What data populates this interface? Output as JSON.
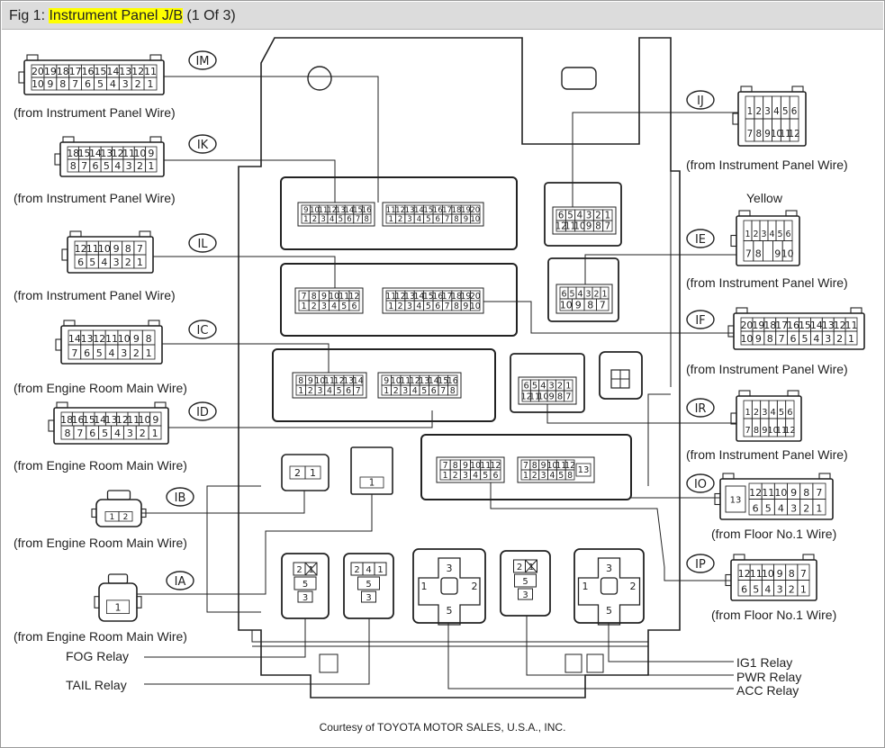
{
  "title": {
    "prefix": "Fig 1: ",
    "highlight": "Instrument Panel J/B",
    "suffix": " (1 Of 3)"
  },
  "connectors": {
    "IM": {
      "id": "IM",
      "desc": "(from Instrument Panel Wire)",
      "top": [
        "20",
        "19",
        "18",
        "17",
        "16",
        "15",
        "14",
        "13",
        "12",
        "11"
      ],
      "bottom": [
        "10",
        "9",
        "8",
        "7",
        "6",
        "5",
        "4",
        "3",
        "2",
        "1"
      ]
    },
    "IK": {
      "id": "IK",
      "desc": "(from Instrument Panel Wire)",
      "top": [
        "18",
        "15",
        "14",
        "13",
        "12",
        "11",
        "10",
        "9"
      ],
      "bottom": [
        "8",
        "7",
        "6",
        "5",
        "4",
        "3",
        "2",
        "1"
      ]
    },
    "IL": {
      "id": "IL",
      "desc": "(from Instrument Panel Wire)",
      "top": [
        "12",
        "11",
        "10",
        "9",
        "8",
        "7"
      ],
      "bottom": [
        "6",
        "5",
        "4",
        "3",
        "2",
        "1"
      ]
    },
    "IC": {
      "id": "IC",
      "desc": "(from Engine Room Main Wire)",
      "top": [
        "14",
        "13",
        "12",
        "11",
        "10",
        "9",
        "8"
      ],
      "bottom": [
        "7",
        "6",
        "5",
        "4",
        "3",
        "2",
        "1"
      ]
    },
    "ID": {
      "id": "ID",
      "desc": "(from Engine Room Main Wire)",
      "top": [
        "18",
        "16",
        "15",
        "14",
        "13",
        "12",
        "11",
        "10",
        "9"
      ],
      "bottom": [
        "8",
        "7",
        "6",
        "5",
        "4",
        "3",
        "2",
        "1"
      ]
    },
    "IB": {
      "id": "IB",
      "desc": "(from Engine Room Main Wire)",
      "top": [
        "1",
        "2"
      ]
    },
    "IA": {
      "id": "IA",
      "desc": "(from Engine Room Main Wire)",
      "top": [
        "1"
      ]
    },
    "IJ": {
      "id": "IJ",
      "desc": "(from Instrument Panel Wire)",
      "top": [
        "1",
        "2",
        "3",
        "4",
        "5",
        "6"
      ],
      "bottom": [
        "7",
        "8",
        "9",
        "10",
        "11",
        "12"
      ]
    },
    "IE": {
      "id": "IE",
      "desc": "(from Instrument Panel Wire)",
      "color": "Yellow",
      "top": [
        "1",
        "2",
        "3",
        "4",
        "5",
        "6"
      ],
      "bottom": [
        "7",
        "8",
        "",
        "9",
        "10"
      ]
    },
    "IF": {
      "id": "IF",
      "desc": "(from Instrument Panel Wire)",
      "top": [
        "20",
        "19",
        "18",
        "17",
        "16",
        "15",
        "14",
        "13",
        "12",
        "11"
      ],
      "bottom": [
        "10",
        "9",
        "8",
        "7",
        "6",
        "5",
        "4",
        "3",
        "2",
        "1"
      ]
    },
    "IR": {
      "id": "IR",
      "desc": "(from Instrument Panel Wire)",
      "top": [
        "1",
        "2",
        "3",
        "4",
        "5",
        "6"
      ],
      "bottom": [
        "7",
        "8",
        "9",
        "10",
        "11",
        "12"
      ]
    },
    "IO": {
      "id": "IO",
      "desc": "(from Floor No.1 Wire)",
      "side": "13",
      "top": [
        "12",
        "11",
        "10",
        "9",
        "8",
        "7"
      ],
      "bottom": [
        "6",
        "5",
        "4",
        "3",
        "2",
        "1"
      ]
    },
    "IP": {
      "id": "IP",
      "desc": "(from Floor No.1 Wire)",
      "top": [
        "12",
        "11",
        "10",
        "9",
        "8",
        "7"
      ],
      "bottom": [
        "6",
        "5",
        "4",
        "3",
        "2",
        "1"
      ]
    }
  },
  "box_sockets": {
    "s1": {
      "top": [
        "9",
        "10",
        "11",
        "12",
        "13",
        "14",
        "15",
        "16"
      ],
      "bottom": [
        "1",
        "2",
        "3",
        "4",
        "5",
        "6",
        "7",
        "8"
      ]
    },
    "s2": {
      "top": [
        "11",
        "12",
        "13",
        "14",
        "15",
        "16",
        "17",
        "18",
        "19",
        "20"
      ],
      "bottom": [
        "1",
        "2",
        "3",
        "4",
        "5",
        "6",
        "7",
        "8",
        "9",
        "10"
      ]
    },
    "s3": {
      "top": [
        "7",
        "8",
        "9",
        "10",
        "11",
        "12"
      ],
      "bottom": [
        "1",
        "2",
        "3",
        "4",
        "5",
        "6"
      ]
    },
    "s4": {
      "top": [
        "11",
        "12",
        "13",
        "14",
        "15",
        "16",
        "17",
        "18",
        "19",
        "20"
      ],
      "bottom": [
        "1",
        "2",
        "3",
        "4",
        "5",
        "6",
        "7",
        "8",
        "9",
        "10"
      ]
    },
    "s5": {
      "top": [
        "8",
        "9",
        "10",
        "11",
        "12",
        "13",
        "14"
      ],
      "bottom": [
        "1",
        "2",
        "3",
        "4",
        "5",
        "6",
        "7"
      ]
    },
    "s6": {
      "top": [
        "9",
        "10",
        "11",
        "12",
        "13",
        "14",
        "15",
        "16"
      ],
      "bottom": [
        "1",
        "2",
        "3",
        "4",
        "5",
        "6",
        "7",
        "8"
      ]
    },
    "s7": {
      "top": [
        "7",
        "8",
        "9",
        "10",
        "11",
        "12"
      ],
      "bottom": [
        "1",
        "2",
        "3",
        "4",
        "5",
        "6"
      ]
    },
    "s8": {
      "top": [
        "7",
        "8",
        "9",
        "10",
        "11",
        "12"
      ],
      "bottom": [
        "1",
        "2",
        "3",
        "4",
        "5",
        "8"
      ],
      "side": "13"
    },
    "s9": {
      "top": [
        "6",
        "5",
        "4",
        "3",
        "2",
        "1"
      ],
      "bottom": [
        "12",
        "11",
        "10",
        "9",
        "8",
        "7"
      ]
    },
    "s10": {
      "top": [
        "6",
        "5",
        "4",
        "3",
        "2",
        "1"
      ],
      "bottom": [
        "10",
        "9",
        "8",
        "7"
      ]
    },
    "s11": {
      "top": [
        "6",
        "5",
        "4",
        "3",
        "2",
        "1"
      ],
      "bottom": [
        "12",
        "11",
        "10",
        "9",
        "8",
        "7"
      ]
    },
    "s12": {
      "top": [
        "2",
        "1"
      ]
    },
    "s13": {
      "top": [
        "1"
      ]
    }
  },
  "relays": {
    "fog": {
      "name": "FOG Relay",
      "pins": [
        "2",
        "1",
        "5",
        "3"
      ]
    },
    "tail": {
      "name": "TAIL Relay",
      "pins": [
        "2",
        "4",
        "1",
        "5",
        "3"
      ]
    },
    "acc": {
      "name": "ACC Relay",
      "pins": [
        "3",
        "1",
        "2",
        "5"
      ]
    },
    "pwr": {
      "name": "PWR Relay",
      "pins": [
        "2",
        "1",
        "5",
        "3"
      ]
    },
    "ig1": {
      "name": "IG1 Relay",
      "pins": [
        "3",
        "1",
        "2",
        "5"
      ]
    }
  },
  "courtesy": "Courtesy of TOYOTA MOTOR SALES, U.S.A., INC."
}
